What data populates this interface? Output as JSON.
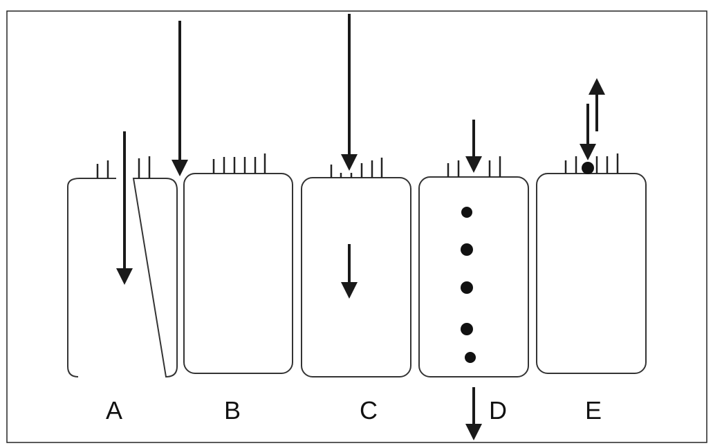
{
  "panels": [
    {
      "label": "A"
    },
    {
      "label": "B"
    },
    {
      "label": "C"
    },
    {
      "label": "D"
    },
    {
      "label": "E"
    }
  ],
  "colors": {
    "stroke": "#1a1a1a",
    "background": "#ffffff"
  }
}
